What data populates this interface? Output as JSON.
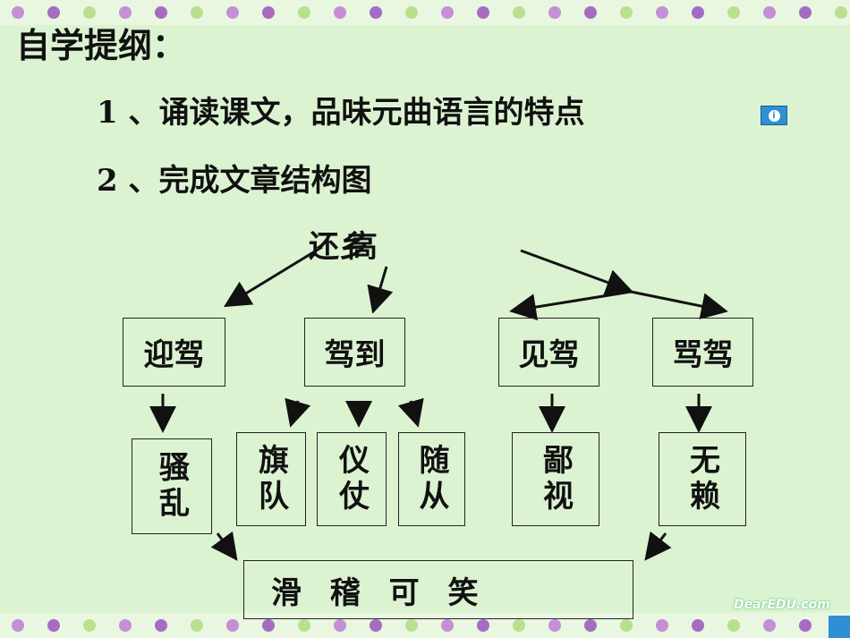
{
  "title": "自学提纲：",
  "items": [
    "1 、诵读课文，品味元曲语言的特点",
    "2 、完成文章结构图"
  ],
  "diagram": {
    "top_label_a": "还乡",
    "top_label_b": "高",
    "level1": [
      "迎驾",
      "驾到",
      "见驾",
      "骂驾"
    ],
    "level2": [
      "骚乱",
      "旗队",
      "仪仗",
      "随从",
      "鄙视",
      "无赖"
    ],
    "bottom": "滑 稽 可 笑"
  },
  "watermark": "DearEDU.com",
  "colors": {
    "background": "#dcf3d2",
    "icon": "#2f8fd4",
    "text": "#111111"
  },
  "icons": [
    "info-icon",
    "flower-border"
  ]
}
